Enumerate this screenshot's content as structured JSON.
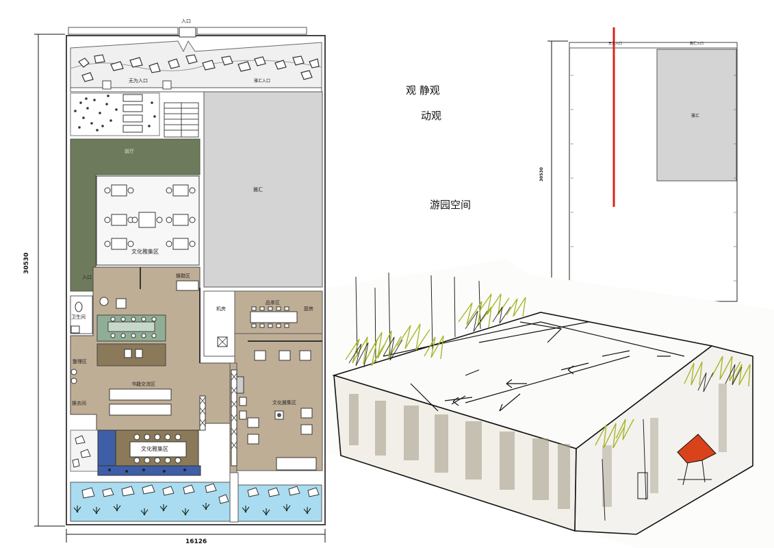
{
  "floor_plan": {
    "entrance_label": "入口",
    "wuwei_entrance_label": "无为入口",
    "side_entrance_label": "雅汇入口",
    "hall_label": "前厅",
    "yahui_label": "雅汇",
    "culture_zone_top_label": "文化雅集区",
    "entry_small_label": "入口",
    "shoe_change_label": "换鞋区",
    "toilet_label": "卫生间",
    "machine_room_label": "机房",
    "tea_zone_label": "品茶区",
    "kitchen_label": "厨房",
    "sorting_label": "整理区",
    "book_zone_label": "书籍交流区",
    "changing_room_label": "换衣间",
    "culture_zone_right_label": "文化雅集区",
    "culture_zone_bottom_label": "文化雅集区",
    "dim_height": "30530",
    "dim_width": "16126"
  },
  "notes": {
    "line1": "观  静观",
    "line2": "动观",
    "line3": "游园空间"
  },
  "mini_plan": {
    "entrance_label": "无为入口",
    "side_label": "雅汇入口",
    "block_label": "雅汇",
    "dim_height": "30530"
  },
  "colors": {
    "green_hall": "#6e7a5c",
    "floor_tan": "#bfae96",
    "gray_block": "#d4d4d4",
    "water": "#a9dcf0",
    "blue_zone": "#3f5ea8",
    "tea_table": "#8fae95",
    "wood_table": "#8a7a5a",
    "red_axis": "#e0201b",
    "sketch_olive": "#a8b52a",
    "sketch_orange": "#d9431c"
  }
}
